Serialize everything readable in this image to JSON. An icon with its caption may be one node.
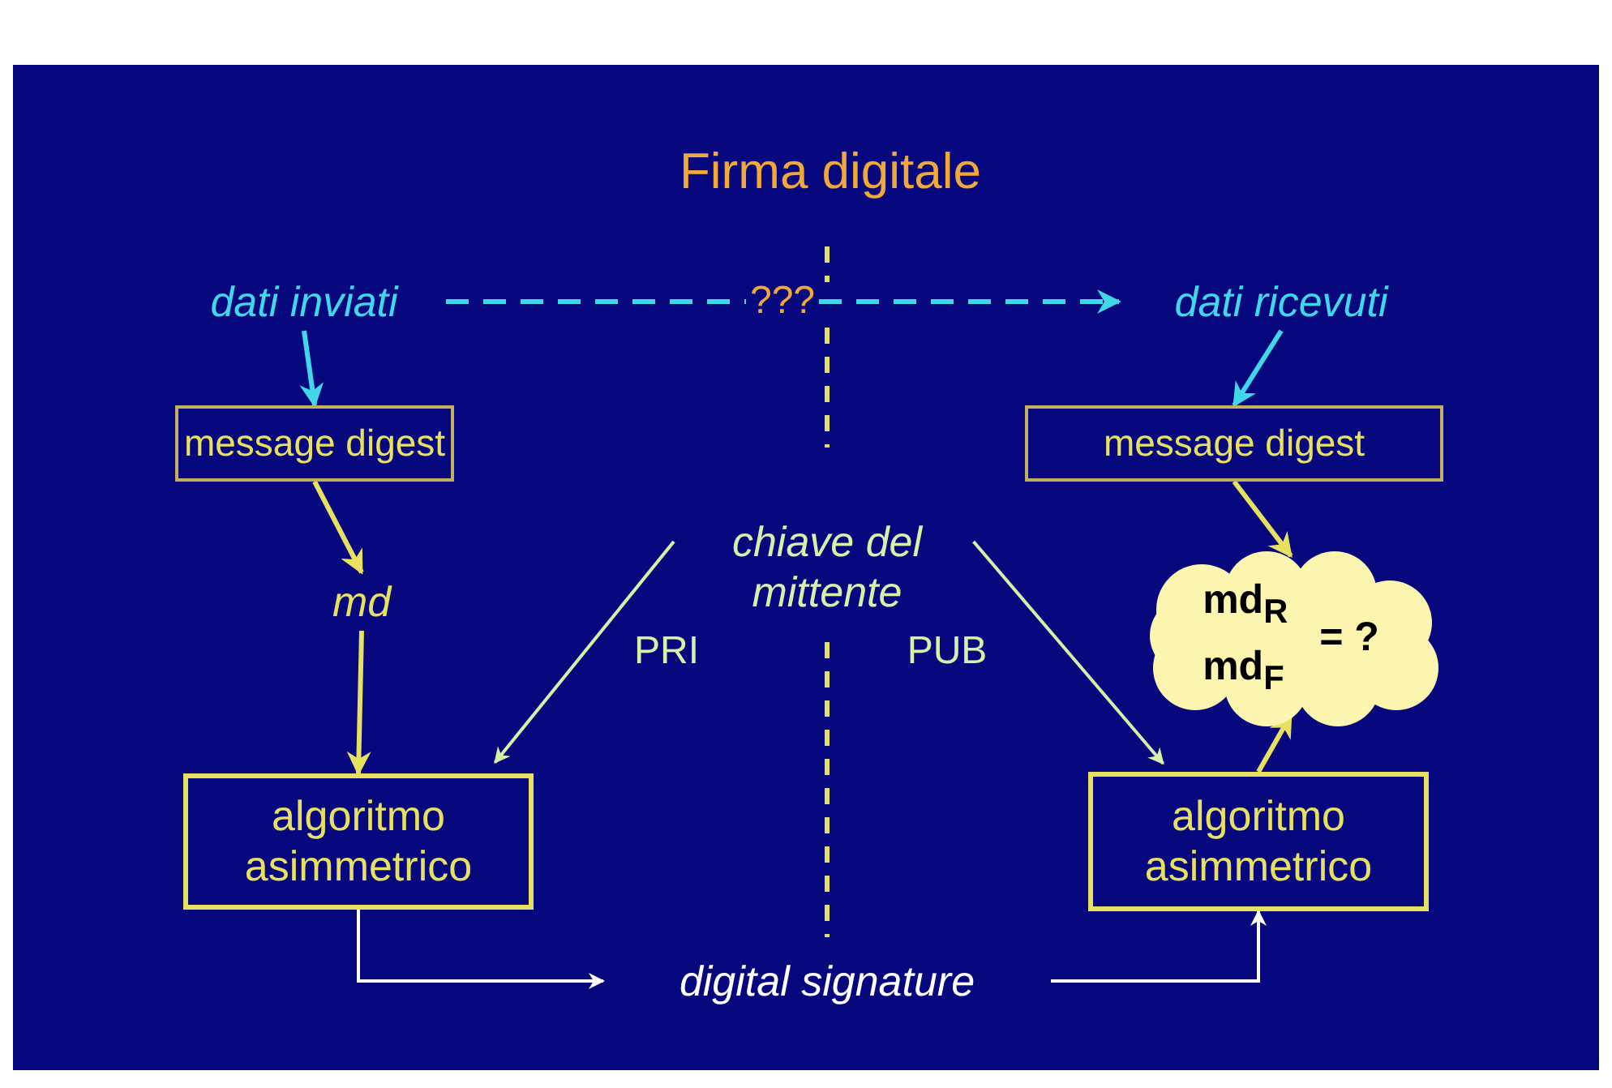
{
  "diagram": {
    "title": "Firma digitale",
    "nodes": [
      {
        "text": [
          "dati inviati"
        ]
      },
      {
        "text": [
          "dati ricevuti"
        ]
      },
      {
        "text": [
          "message digest"
        ]
      },
      {
        "text": [
          "message digest"
        ]
      },
      {
        "text": [
          "md"
        ]
      },
      {
        "text": [
          "chiave del mittente"
        ]
      },
      {
        "text": [
          "md$_{R}$ md$_{F}$",
          "= ?"
        ]
      },
      {
        "text": [
          "algoritmo asimmetrico"
        ]
      },
      {
        "text": [
          "algoritmo asimmetrico"
        ]
      },
      {
        "text": [
          "digital signature"
        ]
      }
    ],
    "edges": [
      {
        "from": 0,
        "to": 1,
        "arrow": "to",
        "label": "???",
        "style": "dashed",
        "color": "#40d8e8"
      },
      {
        "from": 0,
        "to": 2,
        "arrow": "to",
        "color": "#40d8e8"
      },
      {
        "from": 1,
        "to": 3,
        "arrow": "to",
        "color": "#40d8e8"
      },
      {
        "from": 2,
        "to": 4,
        "arrow": "to"
      },
      {
        "from": 4,
        "to": 7,
        "arrow": "to"
      },
      {
        "from": 5,
        "to": 7,
        "arrow": "to",
        "label": "PRI",
        "color": "#d8f0a8"
      },
      {
        "from": 5,
        "to": 8,
        "arrow": "to",
        "label": "PUB",
        "color": "#d8f0a8"
      },
      {
        "from": 3,
        "to": 6,
        "arrow": "to"
      },
      {
        "from": 8,
        "to": 6,
        "arrow": "to"
      },
      {
        "from": 7,
        "to": 9,
        "arrow": "to",
        "color": "#ffffff"
      },
      {
        "from": 9,
        "to": 8,
        "arrow": "to",
        "color": "#ffffff"
      }
    ]
  }
}
